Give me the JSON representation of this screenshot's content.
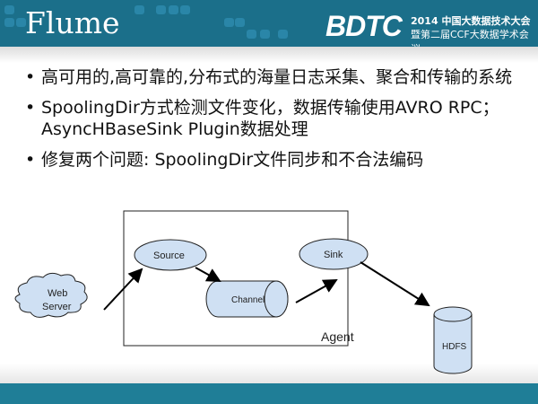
{
  "header": {
    "title": "Flume",
    "logo": "BDTC",
    "logo_line1": "2014 中国大数据技术大会",
    "logo_line2": "暨第二届CCF大数据学术会议"
  },
  "bullets": [
    "高可用的,高可靠的,分布式的海量日志采集、聚合和传输的系统",
    "SpoolingDir方式检测文件变化，数据传输使用AVRO RPC； AsyncHBaseSink Plugin数据处理",
    "修复两个问题: SpoolingDir文件同步和不合法编码"
  ],
  "diagram": {
    "web_server_1": "Web",
    "web_server_2": "Server",
    "source": "Source",
    "channel": "Channel",
    "sink": "Sink",
    "agent": "Agent",
    "hdfs": "HDFS"
  },
  "colors": {
    "header": "#1b6f8a",
    "node_fill": "#cfe0f3"
  }
}
